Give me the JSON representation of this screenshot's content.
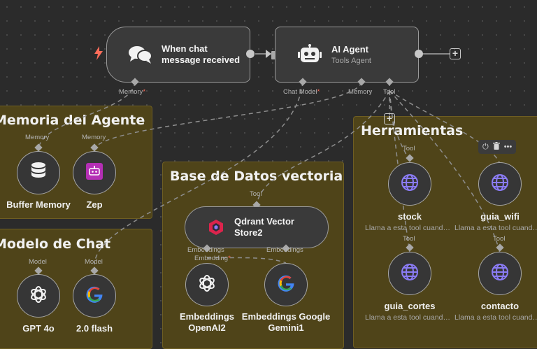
{
  "colors": {
    "canvas": "#2b2b2b",
    "sticky": "#4f4419",
    "node": "#3a3a3a",
    "accent_red": "#ff6d5a",
    "tool_purple": "#8b7cf6",
    "google_blue": "#4285f4"
  },
  "trigger": {
    "title": "When chat message received",
    "icon": "chat-bubbles-icon",
    "badge_icon": "lightning-icon",
    "port_memory": "Memory"
  },
  "agent": {
    "title": "AI Agent",
    "subtitle": "Tools Agent",
    "icon": "robot-icon",
    "port_chat_model": "Chat Model",
    "port_memory": "Memory",
    "port_tool": "Tool"
  },
  "stickies": {
    "memoria": "Memoria del Agente",
    "modelo": "Modelo de Chat",
    "base": "Base de Datos vectorial",
    "herramientas": "Herramientas"
  },
  "memory_nodes": [
    {
      "label": "Buffer Memory",
      "port": "Memory",
      "icon": "database-icon"
    },
    {
      "label": "Zep",
      "port": "Memory",
      "icon": "zep-icon"
    }
  ],
  "model_nodes": [
    {
      "label": "GPT 4o",
      "port": "Model",
      "icon": "openai-icon"
    },
    {
      "label": "2.0 flash",
      "port": "Model",
      "icon": "google-icon"
    }
  ],
  "vector": {
    "title": "Qdrant Vector Store2",
    "port_tool": "Tool",
    "port_embeddings": "Embeddings",
    "port_embedding": "Embedding",
    "port_embeddings_right": "Embeddings",
    "icon": "qdrant-icon"
  },
  "embedding_nodes": [
    {
      "label": "Embeddings OpenAI2",
      "icon": "openai-icon"
    },
    {
      "label": "Embeddings Google Gemini1",
      "icon": "google-icon"
    }
  ],
  "tool_nodes": [
    {
      "label": "stock",
      "desc": "Llama a esta tool cuand…",
      "icon": "globe-icon"
    },
    {
      "label": "guia_wifi",
      "desc": "Llama a esta tool cuand…",
      "icon": "globe-icon"
    },
    {
      "label": "guia_cortes",
      "desc": "Llama a esta tool cuand…",
      "icon": "globe-icon"
    },
    {
      "label": "contacto",
      "desc": "Llama a esta tool cuand…",
      "icon": "globe-icon"
    }
  ],
  "tool_port_label": "Tool",
  "toolbar": {
    "power": "power-icon",
    "delete": "trash-icon",
    "more": "more-icon"
  }
}
